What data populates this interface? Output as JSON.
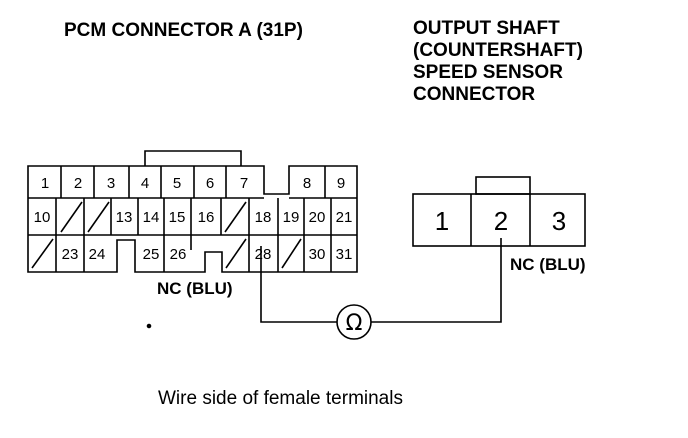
{
  "titles": {
    "pcm_connector": "PCM CONNECTOR A (31P)",
    "sensor_line1": "OUTPUT SHAFT",
    "sensor_line2": "(COUNTERSHAFT)",
    "sensor_line3": "SPEED SENSOR",
    "sensor_line4": "CONNECTOR"
  },
  "pcm_pins": {
    "row1": [
      "1",
      "2",
      "3",
      "4",
      "5",
      "6",
      "7",
      "8",
      "9"
    ],
    "row2": [
      "10",
      "13",
      "14",
      "15",
      "16",
      "18",
      "19",
      "20",
      "21"
    ],
    "row3": [
      "23",
      "24",
      "25",
      "26",
      "28",
      "30",
      "31"
    ]
  },
  "sensor_pins": [
    "1",
    "2",
    "3"
  ],
  "labels": {
    "pcm_nc": "NC (BLU)",
    "sensor_nc": "NC (BLU)",
    "ohmmeter_symbol": "Ω"
  },
  "caption": "Wire side of female terminals"
}
